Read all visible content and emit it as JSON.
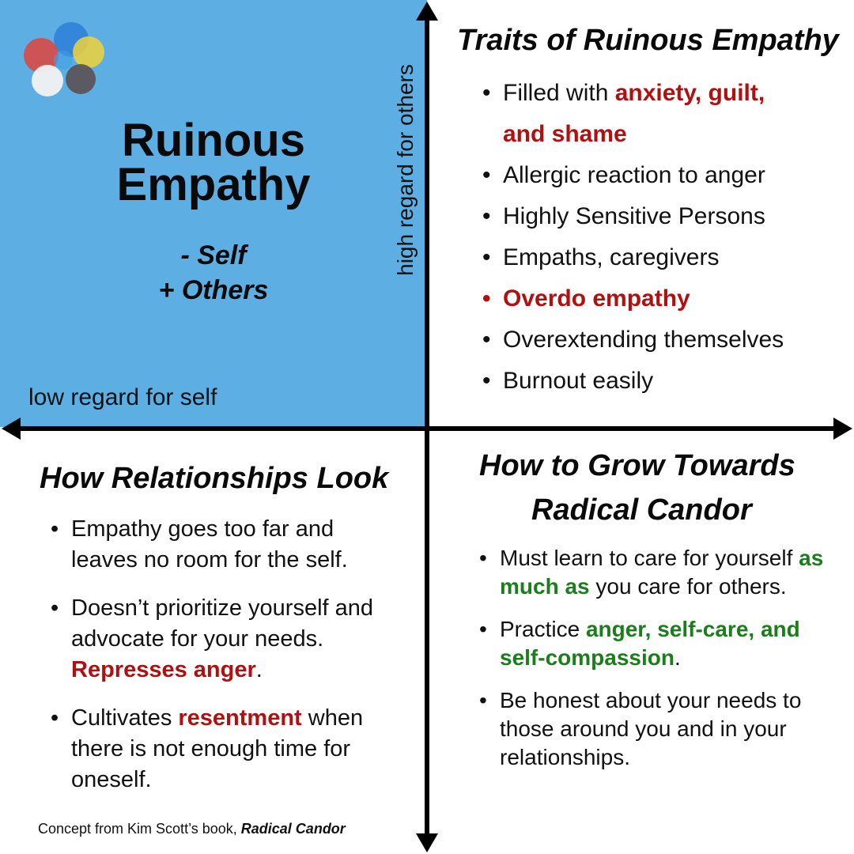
{
  "colors": {
    "quadrant_bg": "#5DAEE2",
    "highlight_red": "#B01010",
    "highlight_green": "#1C7D1C",
    "axis": "#000000"
  },
  "logo": {
    "icon": "watercolor-blots-logo",
    "blot_colors": [
      "#E0443C",
      "#2D7FD8",
      "#F0D23A",
      "#5A4A4A",
      "#EDEDED"
    ]
  },
  "quadrant": {
    "title_line1": "Ruinous",
    "title_line2": "Empathy",
    "sub_self": "- Self",
    "sub_others": "+ Others"
  },
  "axes": {
    "x_label": "low regard for self",
    "y_label": "high regard for others"
  },
  "traits": {
    "title": "Traits of  Ruinous Empathy",
    "item1_pre": "Filled with ",
    "item1_red_a": "anxiety, guilt,",
    "item1_red_b": "and shame",
    "item2": "Allergic reaction to anger",
    "item3": "Highly Sensitive Persons",
    "item4": "Empaths, caregivers",
    "item5": "Overdo empathy",
    "item6": "Overextending themselves",
    "item7": "Burnout easily"
  },
  "relationships": {
    "title": "How Relationships Look",
    "item1": "Empathy goes too far and leaves no room for the self.",
    "item2_pre": "Doesn’t prioritize yourself and advocate for your needs. ",
    "item2_red": "Represses anger",
    "item2_post": ".",
    "item3_pre": "Cultivates ",
    "item3_red": "resentment",
    "item3_post": " when there is not enough time for oneself."
  },
  "grow": {
    "title_line1": "How to Grow Towards",
    "title_line2": "Radical Candor",
    "item1_pre": "Must learn to care for yourself ",
    "item1_green": "as much as",
    "item1_post": " you care for others.",
    "item2_pre": "Practice ",
    "item2_green": "anger, self-care, and self-compassion",
    "item2_post": ".",
    "item3": "Be honest about your needs to those around you and in your relationships."
  },
  "footer": {
    "credit_prefix": "Concept from Kim Scott’s book, ",
    "credit_book": "Radical Candor"
  }
}
